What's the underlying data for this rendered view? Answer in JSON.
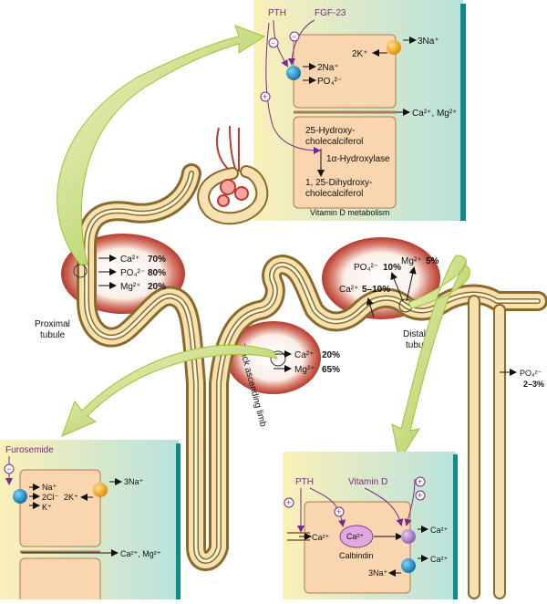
{
  "colors": {
    "tubule_fill": "#f6e2b0",
    "tubule_stroke": "#8a6a2a",
    "reabsorption_fill": "#c0392b",
    "panel_gradient_left": "#fbf0b8",
    "panel_gradient_right": "#b8e2dc",
    "cell_fill": "#f9d5b0",
    "transporter_blue": "#1d8fc8",
    "transporter_orange": "#f2a51c",
    "transporter_purple": "#a078c0",
    "arrow_green": "#a6c83a",
    "hormone_purple": "#7a2a8a"
  },
  "top_panel": {
    "pth": "PTH",
    "fgf23": "FGF-23",
    "minus_sign": "−",
    "plus_sign": "+",
    "na_k_pump_out": "3Na⁺",
    "na_k_pump_in": "2K⁺",
    "cotransport_na": "2Na⁺",
    "cotransport_po4": "PO₄²⁻",
    "basolateral_ions": "Ca²⁺, Mg²⁺",
    "vitd_substrate_line1": "25-Hydroxy-",
    "vitd_substrate_line2": "cholecalciferol",
    "vitd_enzyme": "1α-Hydroxylase",
    "vitd_product_line1": "1, 25-Dihydroxy-",
    "vitd_product_line2": "cholecalciferol",
    "caption": "Vitamin D metabolism"
  },
  "proximal": {
    "label_line1": "Proximal",
    "label_line2": "tubule",
    "rows": [
      {
        "ion": "Ca²⁺",
        "pct": "70%"
      },
      {
        "ion": "PO₄²⁻",
        "pct": "80%"
      },
      {
        "ion": "Mg²⁺",
        "pct": "20%"
      }
    ]
  },
  "thick_ascending": {
    "label": "Thick ascending limb",
    "rows": [
      {
        "ion": "Ca²⁺",
        "pct": "20%"
      },
      {
        "ion": "Mg²⁺",
        "pct": "65%"
      }
    ]
  },
  "distal": {
    "label_line1": "Distal",
    "label_line2": "tubule",
    "po4": "PO₄²⁻",
    "po4_pct": "10%",
    "mg": "Mg²⁺",
    "mg_pct": "5%",
    "ca": "Ca²⁺",
    "ca_pct": "5–10%"
  },
  "collecting_duct": {
    "ion": "PO₄²⁻",
    "pct": "2–3%"
  },
  "left_panel": {
    "drug": "Furosemide",
    "minus_sign": "−",
    "na": "Na⁺",
    "cl": "2Cl⁻",
    "k": "K⁺",
    "pump_out": "3Na⁺",
    "pump_in": "2K⁺",
    "basolateral_ions": "Ca²⁺, Mg²⁺"
  },
  "right_panel": {
    "pth": "PTH",
    "vitd": "Vitamin D",
    "plus_sign": "+",
    "channel_ca": "Ca²⁺",
    "calbindin_ca": "Ca²⁺",
    "calbindin": "Calbindin",
    "pump_ca": "Ca²⁺",
    "exchanger_ca": "Ca²⁺",
    "exchanger_na": "3Na⁺"
  }
}
